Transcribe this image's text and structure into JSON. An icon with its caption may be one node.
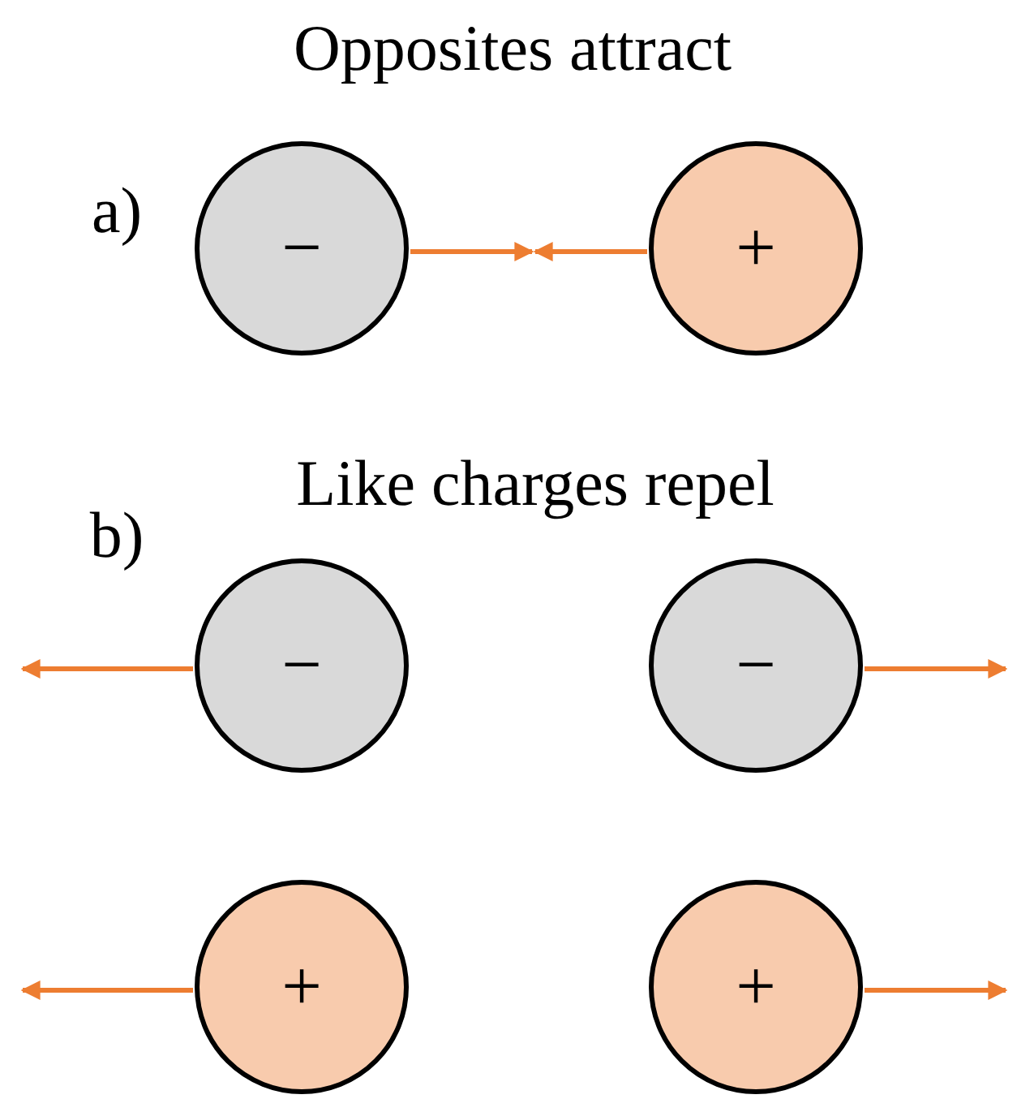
{
  "diagram": {
    "nodes": [
      {
        "text": [
          "−"
        ]
      },
      {
        "text": [
          "+"
        ]
      },
      {
        "text": [
          "−"
        ]
      },
      {
        "text": [
          "−"
        ]
      },
      {
        "text": [
          "+"
        ]
      },
      {
        "text": [
          "+"
        ]
      }
    ],
    "edges": [
      {
        "from": 0,
        "to": null,
        "arrow": "to"
      },
      {
        "from": 1,
        "to": null,
        "arrow": "to"
      },
      {
        "from": 2,
        "to": null,
        "arrow": "to"
      },
      {
        "from": 3,
        "to": null,
        "arrow": "to"
      },
      {
        "from": 4,
        "to": null,
        "arrow": "to"
      },
      {
        "from": 5,
        "to": null,
        "arrow": "to"
      }
    ],
    "labels": [
      "Opposites attract",
      "a)",
      "Like charges repel",
      "b)"
    ]
  }
}
